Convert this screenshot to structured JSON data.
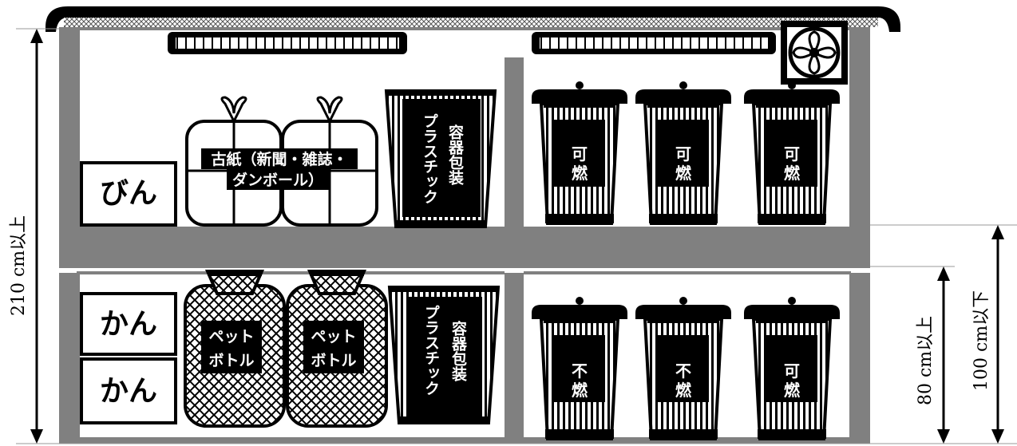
{
  "labels": {
    "bin": "びん",
    "can_upper": "かん",
    "can_lower": "かん",
    "paper_line1": "古紙（新聞・雑誌・",
    "paper_line2": "ダンボール）",
    "plastic_top_col1": "プラスチック",
    "plastic_top_col2": "容器包装",
    "plastic_bottom_col1": "プラスチック",
    "plastic_bottom_col2": "容器包装",
    "pet_line1": "ペット",
    "pet_line2": "ボトル",
    "burnable_1": "可",
    "burnable_2": "燃",
    "nonburnable_1": "不",
    "nonburnable_2": "燃"
  },
  "dimensions": {
    "total_height": "210 cm以上",
    "upper_limit": "100 cm以下",
    "lower_limit": "80 cm以上"
  },
  "colors": {
    "frame": "#808080",
    "black": "#000000",
    "white": "#ffffff"
  }
}
